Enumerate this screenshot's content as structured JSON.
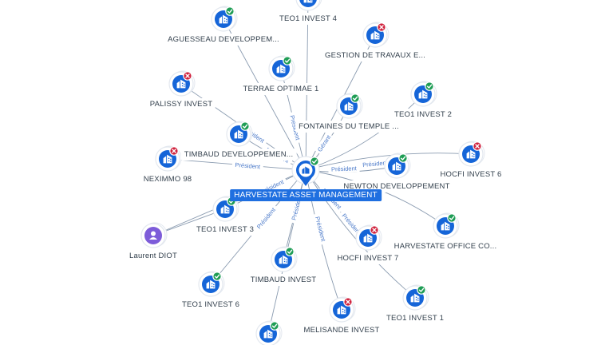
{
  "colors": {
    "edge": "#8a9bb0",
    "edge_label": "#4a79c9",
    "node_fill": "#1565d8",
    "node_ring": "#e3e8ef",
    "status_ok": "#1f9d55",
    "status_ko": "#d0233e",
    "person_fill": "#7d5cd9",
    "center_label_bg": "#1f6fe0"
  },
  "center": {
    "label": "HARVESTATE ASSET MANAGEMENT",
    "icon": "building-icon",
    "status": "ok"
  },
  "nodes": [
    {
      "id": "teo1-invest-4",
      "label": "TEO1 INVEST 4",
      "type": "company",
      "status": "none"
    },
    {
      "id": "aguesseau",
      "label": "AGUESSEAU DEVELOPPEM...",
      "type": "company",
      "status": "ok"
    },
    {
      "id": "gestion-travaux",
      "label": "GESTION DE TRAVAUX E...",
      "type": "company",
      "status": "ko"
    },
    {
      "id": "terrae-optimae-1",
      "label": "TERRAE OPTIMAE 1",
      "type": "company",
      "status": "ok",
      "edge_label": "Président"
    },
    {
      "id": "palissy-invest",
      "label": "PALISSY INVEST",
      "type": "company",
      "status": "ko",
      "edge_label": "Président"
    },
    {
      "id": "teo1-invest-2",
      "label": "TEO1 INVEST 2",
      "type": "company",
      "status": "ok"
    },
    {
      "id": "fontaines-temple",
      "label": "FONTAINES DU TEMPLE ...",
      "type": "company",
      "status": "ok",
      "edge_label": "Gérant"
    },
    {
      "id": "timbaud-developpement",
      "label": "TIMBAUD DEVELOPPEMEN...",
      "type": "company",
      "status": "ok",
      "edge_label": "Président"
    },
    {
      "id": "neximmo-98",
      "label": "NEXIMMO 98",
      "type": "company",
      "status": "ko",
      "edge_label": "Président"
    },
    {
      "id": "hocfi-invest-6",
      "label": "HOCFI INVEST 6",
      "type": "company",
      "status": "ko",
      "edge_label": "Président"
    },
    {
      "id": "newton-developpement",
      "label": "NEWTON DEVELOPPEMENT",
      "type": "company",
      "status": "ok",
      "edge_label": "Président"
    },
    {
      "id": "teo1-invest-3",
      "label": "TEO1 INVEST 3",
      "type": "company",
      "status": "ok",
      "edge_label": "Président"
    },
    {
      "id": "harvestate-office",
      "label": "HARVESTATE OFFICE CO...",
      "type": "company",
      "status": "ok",
      "edge_label": "Président"
    },
    {
      "id": "laurent-diot",
      "label": "Laurent DIOT",
      "type": "person",
      "status": "none"
    },
    {
      "id": "hocfi-invest-7",
      "label": "HOCFI INVEST 7",
      "type": "company",
      "status": "ko",
      "edge_label": "Président"
    },
    {
      "id": "timbaud-invest",
      "label": "TIMBAUD INVEST",
      "type": "company",
      "status": "ok",
      "edge_label": "Président"
    },
    {
      "id": "teo1-invest-6",
      "label": "TEO1 INVEST 6",
      "type": "company",
      "status": "ok",
      "edge_label": "Président"
    },
    {
      "id": "teo1-invest-1",
      "label": "TEO1 INVEST 1",
      "type": "company",
      "status": "ok",
      "edge_label": "Président"
    },
    {
      "id": "melisande-invest",
      "label": "MELISANDE INVEST",
      "type": "company",
      "status": "ko",
      "edge_label": "Président"
    },
    {
      "id": "bottom-partial",
      "label": "",
      "type": "company",
      "status": "ok"
    }
  ]
}
